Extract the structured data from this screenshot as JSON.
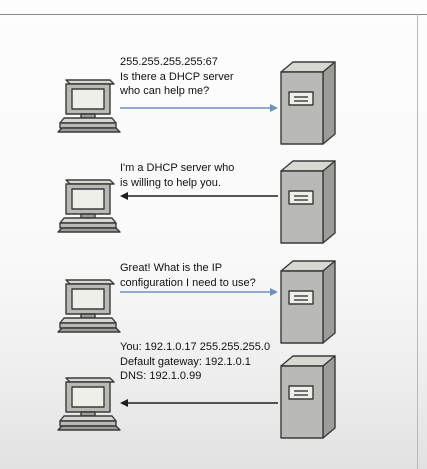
{
  "exchanges": [
    {
      "lines": [
        "255.255.255.255:67",
        "Is there a DHCP server",
        "who can help me?"
      ],
      "direction": "to-server",
      "arrow_color": "#6f8fbf"
    },
    {
      "lines": [
        "I'm a DHCP server who",
        "is willing to help you."
      ],
      "direction": "to-client",
      "arrow_color": "#1e1e1e"
    },
    {
      "lines": [
        "Great!  What is the IP",
        "configuration I need to use?"
      ],
      "direction": "to-server",
      "arrow_color": "#6f8fbf"
    },
    {
      "lines": [
        "You: 192.1.0.17 255.255.255.0",
        "Default gateway: 192.1.0.1",
        "DNS: 192.1.0.99"
      ],
      "direction": "to-client",
      "arrow_color": "#1e1e1e"
    }
  ],
  "colors": {
    "device_face": "#b9b9b5",
    "device_top": "#d8d8d2",
    "device_side": "#9c9c98",
    "device_stroke": "#3a3a3a",
    "screen": "#efefea"
  },
  "icons": {
    "client": "computer-icon",
    "server": "server-icon"
  }
}
